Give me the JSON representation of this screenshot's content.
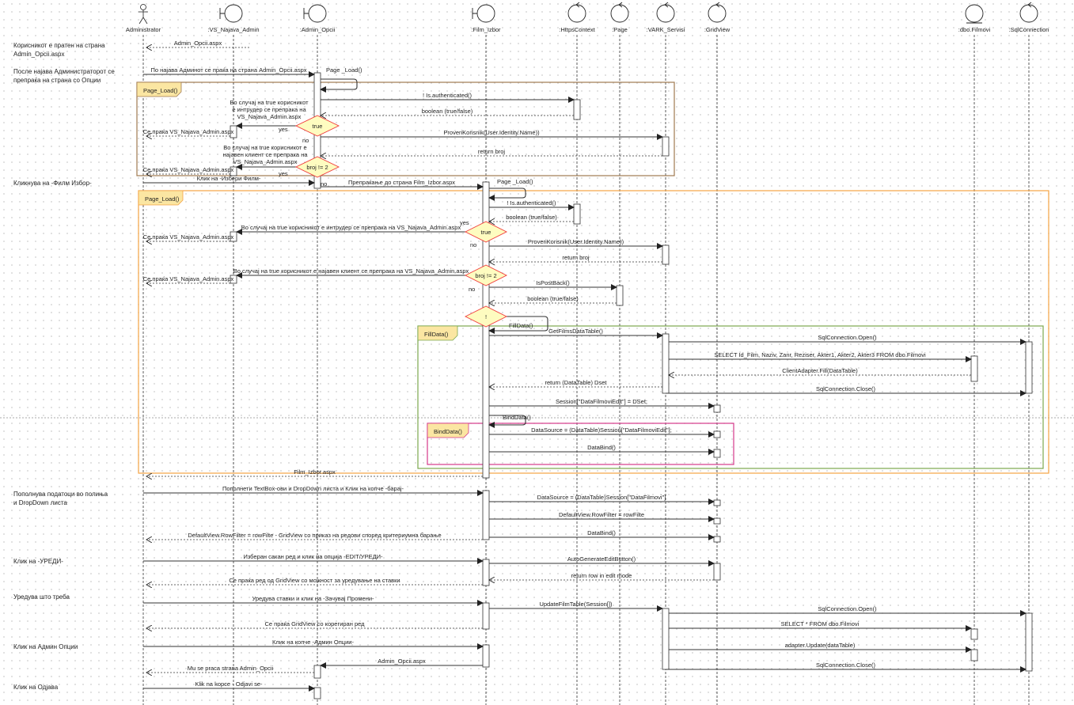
{
  "actors": [
    {
      "id": "adm",
      "label": "Administrator",
      "kind": "actor"
    },
    {
      "id": "vs",
      "label": ":VS_Najava_Admin",
      "kind": "boundary"
    },
    {
      "id": "ao",
      "label": ":Admin_Opcii",
      "kind": "boundary"
    },
    {
      "id": "fi",
      "label": ":Film_Izbor",
      "kind": "boundary"
    },
    {
      "id": "hc",
      "label": ":HttpsContext",
      "kind": "control"
    },
    {
      "id": "pg",
      "label": ":Page",
      "kind": "control"
    },
    {
      "id": "vk",
      "label": ":VARK_Servisi",
      "kind": "control"
    },
    {
      "id": "gv",
      "label": ":GridView",
      "kind": "control"
    },
    {
      "id": "db",
      "label": ":dbo.Filmovi",
      "kind": "entity"
    },
    {
      "id": "sq",
      "label": ":SqlConnection",
      "kind": "control"
    }
  ],
  "side_notes": [
    {
      "lines": [
        "Корисникот е пратен на страна",
        "Admin_Opcii.aspx"
      ]
    },
    {
      "lines": [
        "После најава Администраторот се",
        "препраќа на страна со Опции"
      ]
    },
    {
      "lines": [
        "Кликнува на -Филм Избор-"
      ]
    },
    {
      "lines": [
        "Пополнува податоци во полиња",
        "и DropDown листа"
      ]
    },
    {
      "lines": [
        "Клик на -УРЕДИ-"
      ]
    },
    {
      "lines": [
        "Уредува што треба"
      ]
    },
    {
      "lines": [
        "Клик на Админ Опции"
      ]
    },
    {
      "lines": [
        "Клик на Одјава"
      ]
    }
  ],
  "frames": [
    {
      "label": "Page_Load()",
      "color": "#a07a50"
    },
    {
      "label": "Page_Load()",
      "color": "#f5a444"
    },
    {
      "label": "FillData()",
      "color": "#7ba84e"
    },
    {
      "label": "BindData()",
      "color": "#d6388a"
    }
  ],
  "decisions": [
    {
      "label": "true"
    },
    {
      "label": "broj != 2"
    },
    {
      "label": "true"
    },
    {
      "label": "broj != 2"
    },
    {
      "label": "!"
    }
  ],
  "guards": [
    "yes",
    "yes",
    "yes",
    "no",
    "no",
    "no",
    "no"
  ],
  "arrow_notes": [
    {
      "lines": [
        "Во случај на true корисникот",
        "е интрудер се препрака на",
        "VS_Najava_Admin.aspx"
      ]
    },
    {
      "lines": [
        "Во случај на true корисникот е",
        "најавен клиент се препрака на",
        "VS_Najava_Admin.aspx"
      ]
    }
  ],
  "self_calls": [
    {
      "label": "Page _Load()"
    },
    {
      "label": "Page _Load()"
    },
    {
      "label": "FillData()"
    },
    {
      "label": "BindData()"
    }
  ],
  "messages": [
    {
      "label": "Admin_Opcii.aspx",
      "from": "vs",
      "to": "adm",
      "type": "return"
    },
    {
      "label": "По најава Админот се праќа на страна Admin_Opcii.aspx",
      "from": "adm",
      "to": "ao",
      "type": "call"
    },
    {
      "label": "! Is.authenticated()",
      "from": "ao",
      "to": "hc",
      "type": "call"
    },
    {
      "label": "boolean (true/false)",
      "from": "hc",
      "to": "ao",
      "type": "return"
    },
    {
      "label": "",
      "from": "ao",
      "to": "vs",
      "type": "call"
    },
    {
      "label": "Се праќа VS_Najava_Admin.aspx",
      "from": "vs",
      "to": "adm",
      "type": "return"
    },
    {
      "label": "ProveriKorisnik(User.Identity.Name))",
      "from": "ao",
      "to": "vk",
      "type": "call"
    },
    {
      "label": "return broj",
      "from": "vk",
      "to": "ao",
      "type": "return"
    },
    {
      "label": "",
      "from": "ao",
      "to": "vs",
      "type": "call"
    },
    {
      "label": "Се праќа VS_Najava_Admin.aspx",
      "from": "vs",
      "to": "adm",
      "type": "return"
    },
    {
      "label": "Клик на -Избери Филм-",
      "from": "adm",
      "to": "ao",
      "type": "call"
    },
    {
      "label": "Препраќање до страна Film_Izbor.aspx",
      "from": "ao",
      "to": "fi",
      "type": "call"
    },
    {
      "label": "! Is.authenticated()",
      "from": "fi",
      "to": "hc",
      "type": "call"
    },
    {
      "label": "boolean (true/false)",
      "from": "hc",
      "to": "fi",
      "type": "return"
    },
    {
      "label": "Во случај на true корисникот е интрудер се препрака на VS_Najava_Admin.aspx",
      "from": "fi",
      "to": "vs",
      "type": "call"
    },
    {
      "label": "Се праќа VS_Najava_Admin.aspx",
      "from": "vs",
      "to": "adm",
      "type": "return"
    },
    {
      "label": "ProveriKorisnik(User.Identity.Name))",
      "from": "fi",
      "to": "vk",
      "type": "call"
    },
    {
      "label": "return broj",
      "from": "vk",
      "to": "fi",
      "type": "return"
    },
    {
      "label": "Во случај на true корисникот е најавен клиент се препрака на VS_Najava_Admin.aspx",
      "from": "fi",
      "to": "vs",
      "type": "call"
    },
    {
      "label": "Се праќа VS_Najava_Admin.aspx",
      "from": "vs",
      "to": "adm",
      "type": "return"
    },
    {
      "label": "IsPostBack()",
      "from": "fi",
      "to": "pg",
      "type": "call"
    },
    {
      "label": "boolean (true/false)",
      "from": "pg",
      "to": "fi",
      "type": "return"
    },
    {
      "label": "GetFilmsDataTable()",
      "from": "fi",
      "to": "vk",
      "type": "call"
    },
    {
      "label": "SqlConnection.Open()",
      "from": "vk",
      "to": "sq",
      "type": "call"
    },
    {
      "label": "SELECT Id_Film, Naziv, Zanr, Reziser, Akter1, Akter2, Akter3 FROM dbo.Filmovi",
      "from": "vk",
      "to": "db",
      "type": "call"
    },
    {
      "label": "ClientAdapter.Fill(DataTable)",
      "from": "db",
      "to": "vk",
      "type": "return"
    },
    {
      "label": "return (DataTable) Dset",
      "from": "vk",
      "to": "fi",
      "type": "return"
    },
    {
      "label": "SqlConnection.Close()",
      "from": "vk",
      "to": "sq",
      "type": "call"
    },
    {
      "label": "Session[\"DataFilmoviEdit\"] = DSet;",
      "from": "fi",
      "to": "gv",
      "type": "call"
    },
    {
      "label": "DataSource = (DataTable)Session[\"DataFilmoviEdit\"];",
      "from": "fi",
      "to": "gv",
      "type": "call"
    },
    {
      "label": "DataBind()",
      "from": "fi",
      "to": "gv",
      "type": "call"
    },
    {
      "label": "Film_Izbor.aspx",
      "from": "fi",
      "to": "adm",
      "type": "return"
    },
    {
      "label": "Пополнети TextBox-ови и DropDown листа и Клик на копче -барај-",
      "from": "adm",
      "to": "fi",
      "type": "call"
    },
    {
      "label": "DataSource = (DataTable)Session[\"DataFilmovi\"]",
      "from": "fi",
      "to": "gv",
      "type": "call"
    },
    {
      "label": "DefaultView.RowFilter = rowFilte",
      "from": "fi",
      "to": "gv",
      "type": "call"
    },
    {
      "label": "DataBind()",
      "from": "fi",
      "to": "gv",
      "type": "call"
    },
    {
      "label": "DefaultView.RowFilter = rowFilte - GridView со приказ на редови според критериумна барање",
      "from": "fi",
      "to": "adm",
      "type": "return"
    },
    {
      "label": "Изберан сакан ред и клик на опција -EDIT/УРЕДИ-",
      "from": "adm",
      "to": "fi",
      "type": "call"
    },
    {
      "label": "AutoGenerateEditButton()",
      "from": "fi",
      "to": "gv",
      "type": "call"
    },
    {
      "label": "return row in edit mode",
      "from": "gv",
      "to": "fi",
      "type": "return"
    },
    {
      "label": "Се праќа ред од GridView со можност за уредување на ставки",
      "from": "fi",
      "to": "adm",
      "type": "return"
    },
    {
      "label": "Уредува ставки и клик на -Зачувај Промени-",
      "from": "adm",
      "to": "fi",
      "type": "call"
    },
    {
      "label": "UpdateFilmTable(Session[])",
      "from": "fi",
      "to": "vk",
      "type": "call"
    },
    {
      "label": "SqlConnection.Open()",
      "from": "vk",
      "to": "sq",
      "type": "call"
    },
    {
      "label": "SELECT * FROM dbo.Filmovi",
      "from": "vk",
      "to": "db",
      "type": "call"
    },
    {
      "label": "Се праќа GridView со корегиран ред",
      "from": "fi",
      "to": "adm",
      "type": "return"
    },
    {
      "label": "Клик на копче -Админ Опции-",
      "from": "adm",
      "to": "fi",
      "type": "call"
    },
    {
      "label": "adapter.Update(dataTable)",
      "from": "vk",
      "to": "db",
      "type": "call"
    },
    {
      "label": "Admin_Opcii.aspx",
      "from": "fi",
      "to": "ao",
      "type": "call"
    },
    {
      "label": "SqlConnection.Close()",
      "from": "vk",
      "to": "sq",
      "type": "call"
    },
    {
      "label": "Mu se praca strana Admin_Opcii",
      "from": "ao",
      "to": "adm",
      "type": "return"
    },
    {
      "label": "Klik na kopce - Odjavi se-",
      "from": "adm",
      "to": "ao",
      "type": "call"
    }
  ]
}
